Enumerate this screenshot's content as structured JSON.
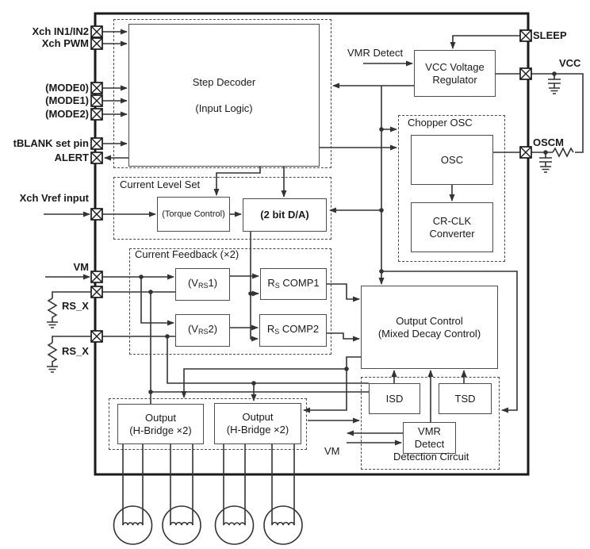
{
  "diagram": {
    "pins_left": [
      {
        "label": "Xch IN1/IN2"
      },
      {
        "label": "Xch PWM"
      },
      {
        "label": "(MODE0)"
      },
      {
        "label": "(MODE1)"
      },
      {
        "label": "(MODE2)"
      },
      {
        "label": "tBLANK set pin"
      },
      {
        "label": "ALERT"
      },
      {
        "label": "Xch Vref input"
      },
      {
        "label": "VM"
      },
      {
        "label": "RS_X"
      },
      {
        "label": "RS_X"
      }
    ],
    "pins_right": [
      {
        "label": "SLEEP"
      },
      {
        "label": "VCC"
      },
      {
        "label": "OSCM"
      }
    ],
    "blocks": {
      "step_decoder": {
        "line1": "Step Decoder",
        "line2": "(Input Logic)"
      },
      "vcc_regulator": {
        "line1": "VCC Voltage",
        "line2": "Regulator"
      },
      "chopper_osc_title": "Chopper OSC",
      "osc": "OSC",
      "cr_clk": {
        "line1": "CR-CLK",
        "line2": "Converter"
      },
      "current_level_set_title": "Current Level Set",
      "torque_control": "(Torque Control)",
      "dac": "(2 bit D/A)",
      "current_feedback_title": "Current Feedback (×2)",
      "vrs1": {
        "pre": "(V",
        "sub": "RS",
        "post": "1)"
      },
      "vrs2": {
        "pre": "(V",
        "sub": "RS",
        "post": "2)"
      },
      "rs_comp1": {
        "pre": "R",
        "sub": "S",
        "post": " COMP1"
      },
      "rs_comp2": {
        "pre": "R",
        "sub": "S",
        "post": " COMP2"
      },
      "output_control": {
        "line1": "Output Control",
        "line2": "(Mixed Decay Control)"
      },
      "isd": "ISD",
      "tsd": "TSD",
      "vmr_detect_block": {
        "line1": "VMR",
        "line2": "Detect"
      },
      "detection_circuit_title": "Detection Circuit",
      "output1": {
        "line1": "Output",
        "line2": "(H-Bridge ×2)"
      },
      "output2": {
        "line1": "Output",
        "line2": "(H-Bridge ×2)"
      }
    },
    "annotations": {
      "vmr_detect_signal": "VMR Detect",
      "vm_bottom": "VM"
    },
    "colors": {
      "wire": "#333333",
      "block_border": "#4d4d4d",
      "chip_border": "#1a1a1a",
      "background": "#ffffff"
    }
  }
}
